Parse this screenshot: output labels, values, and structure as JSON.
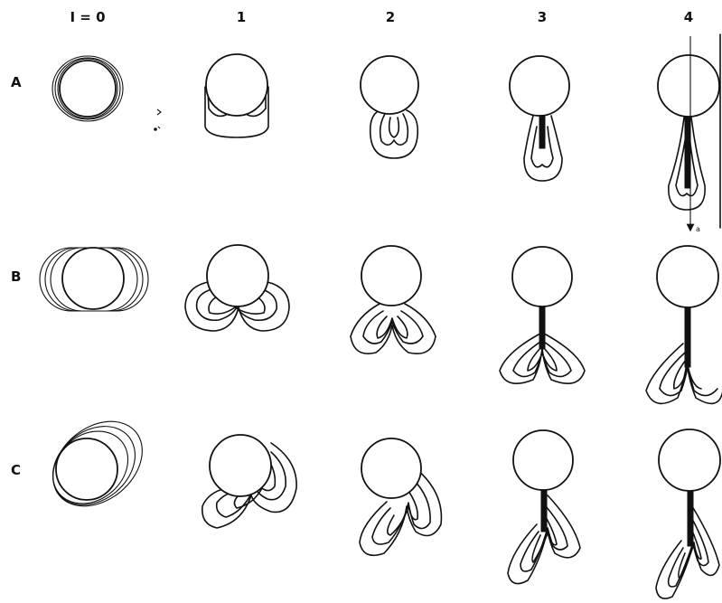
{
  "columns": [
    "I = 0",
    "1",
    "2",
    "3",
    "4"
  ],
  "rows": [
    "A",
    "B",
    "C"
  ],
  "annotations": {
    "a_label": "a"
  }
}
